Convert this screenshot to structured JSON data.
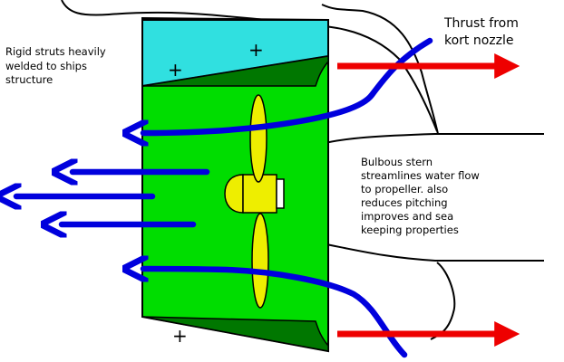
{
  "labels": {
    "struts": [
      "Rigid struts heavily",
      "welded to ships",
      "structure"
    ],
    "thrust": [
      "Thrust from",
      "kort nozzle"
    ],
    "stern": [
      "Bulbous stern",
      "streamlines water flow",
      "to propeller. also",
      "reduces pitching",
      "improves and sea",
      "keeping properties"
    ]
  },
  "marks": {
    "plus": "+"
  },
  "colors": {
    "nozzle_fill": "#00dd00",
    "nozzle_shadow": "#007700",
    "strut_fill": "#30e0e0",
    "propeller": "#eeee00",
    "water_flow": "#0000dd",
    "thrust_arrow": "#ee0000",
    "outline": "#000000"
  },
  "icons": {
    "propeller": "propeller-icon",
    "water_flow": "arrow-left-icon",
    "thrust": "arrow-right-icon"
  }
}
